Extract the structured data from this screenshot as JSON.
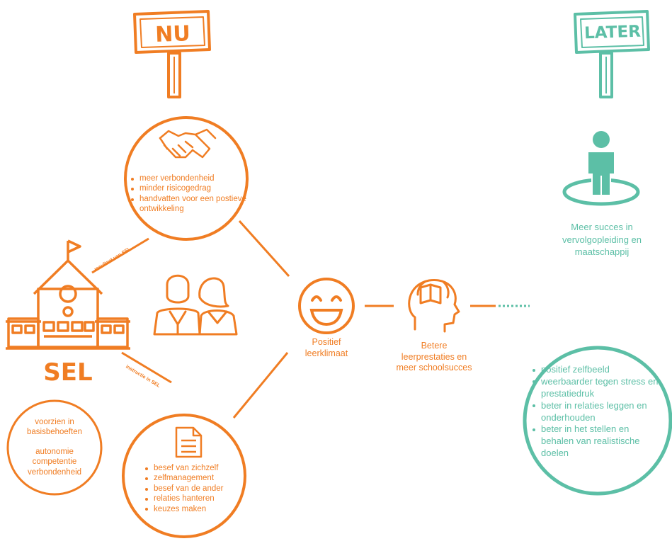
{
  "signs": {
    "now": "NU",
    "later": "LATER"
  },
  "top_circle": {
    "items": [
      "meer verbondenheid",
      "minder risicogedrag",
      "handvatten voor een postieve ontwikkeling"
    ]
  },
  "bottom_circle": {
    "items": [
      "besef van zichzelf",
      "zelfmanagement",
      "besef van de ander",
      "relaties hanteren",
      "keuzes maken"
    ]
  },
  "school": {
    "label": "SEL"
  },
  "small_circle": {
    "line1": "voorzien in",
    "line2": "basisbehoeften",
    "line3": "autonomie",
    "line4": "competentie",
    "line5": "verbondenheid"
  },
  "arrows": {
    "result": "resultaat van SEL",
    "instruction": "instructie in SEL"
  },
  "climate": {
    "line1": "Positief",
    "line2": "leerklimaat"
  },
  "performance": {
    "line1": "Betere",
    "line2": "leerprestaties en",
    "line3": "meer schoolsucces"
  },
  "later_person": {
    "line1": "Meer succes in",
    "line2": "vervolgopleiding en",
    "line3": "maatschappij"
  },
  "right_circle": {
    "items": [
      "positief zelfbeeld",
      "weerbaarder tegen stress en prestatiedruk",
      "beter in relaties leggen en onderhouden",
      "beter in het stellen en behalen van realistische doelen"
    ]
  },
  "colors": {
    "orange": "#f07d23",
    "teal": "#5cbfa6"
  },
  "icons": [
    "handshake-icon",
    "school-icon",
    "people-icon",
    "smiley-icon",
    "head-book-icon",
    "person-icon",
    "document-icon"
  ]
}
